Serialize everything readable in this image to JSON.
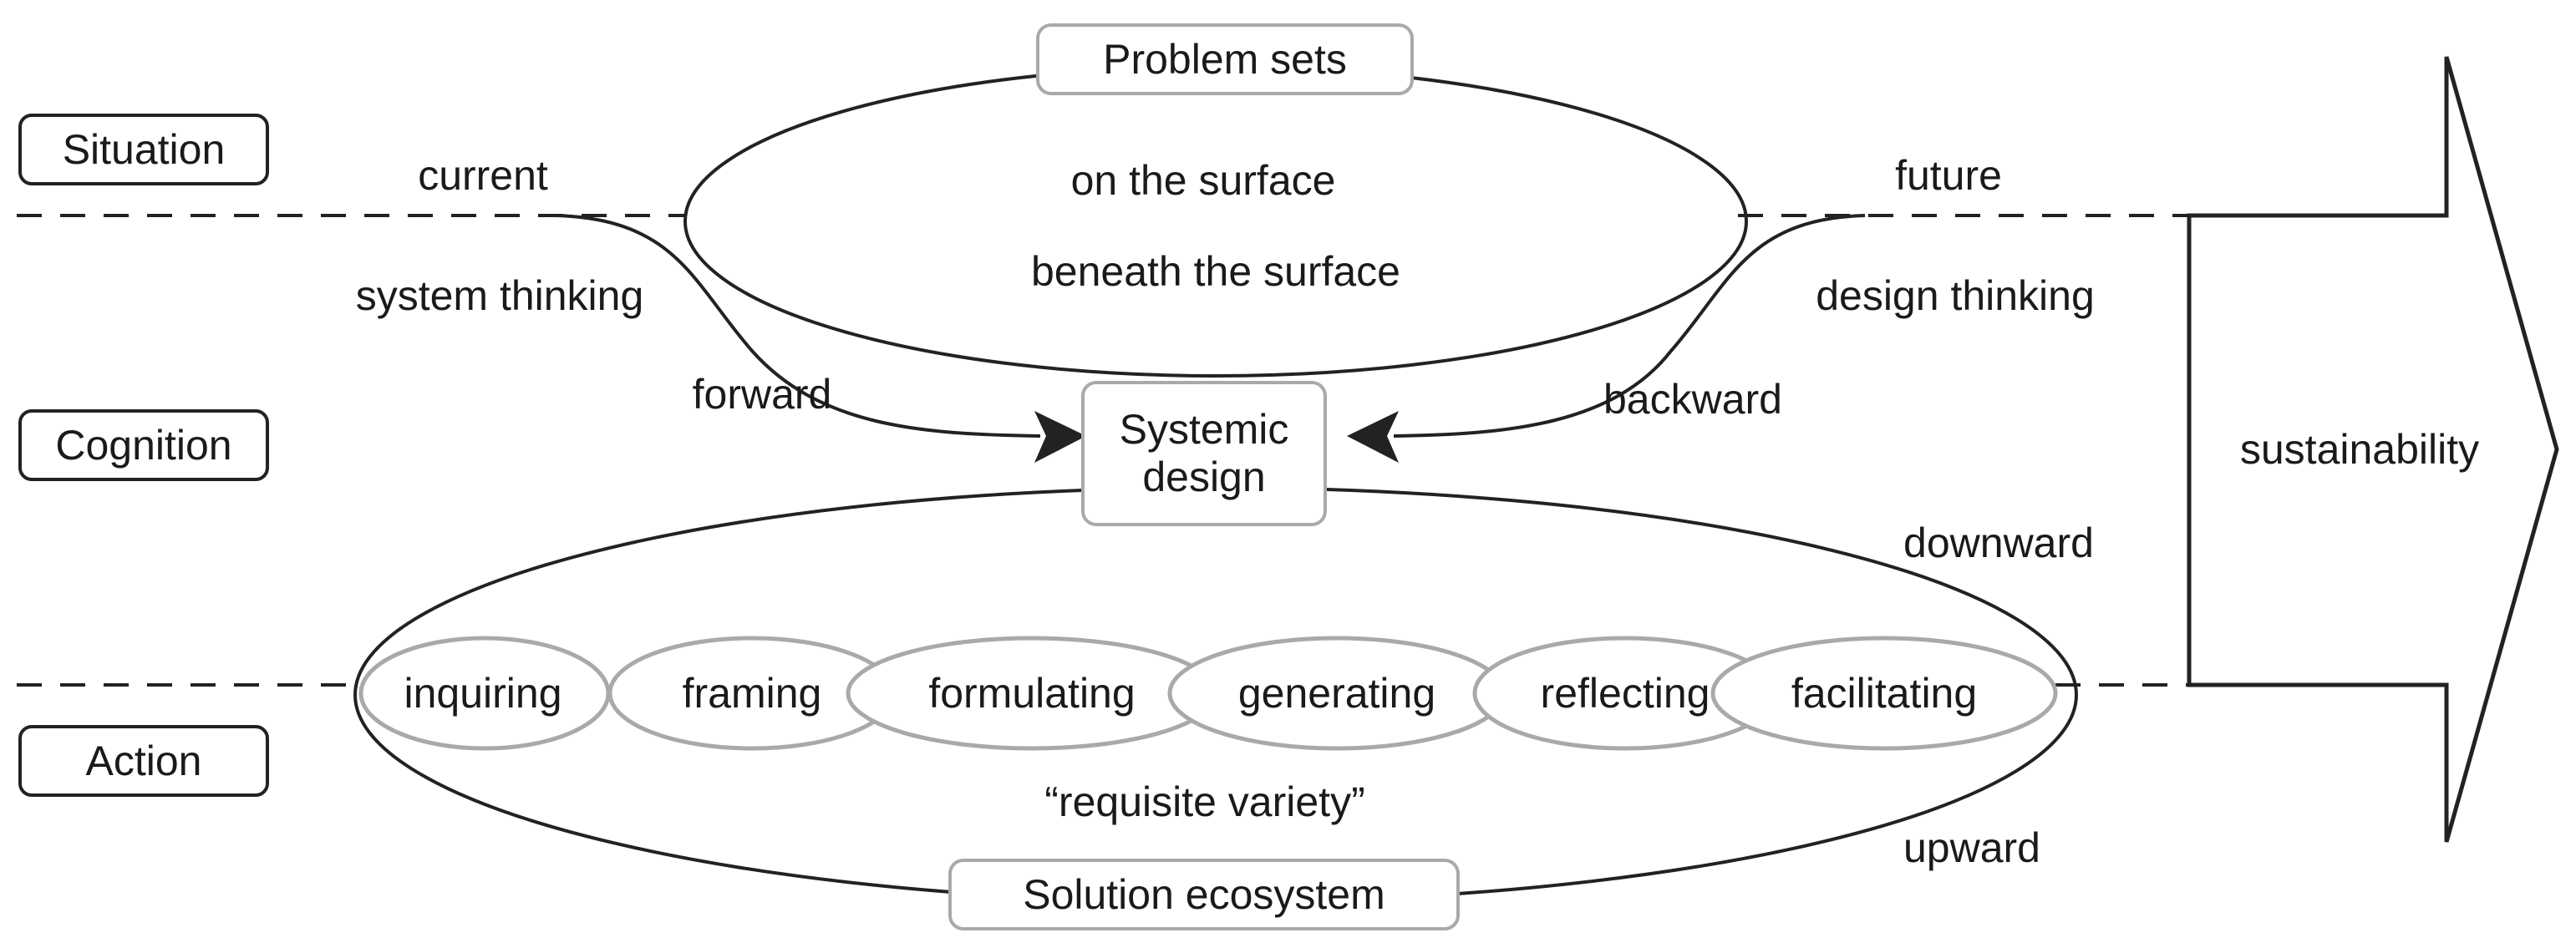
{
  "levels": {
    "situation": "Situation",
    "cognition": "Cognition",
    "action": "Action"
  },
  "top_ellipse": {
    "title": "Problem sets",
    "above": "on the surface",
    "below": "beneath the surface"
  },
  "left_side": {
    "time": "current",
    "thinking": "system thinking",
    "direction": "forward"
  },
  "right_side": {
    "time": "future",
    "thinking": "design thinking",
    "direction": "backward"
  },
  "center": {
    "line1": "Systemic",
    "line2": "design"
  },
  "bottom_ellipse": {
    "title": "Solution ecosystem",
    "caption": "“requisite variety”",
    "activities": [
      "inquiring",
      "framing",
      "formulating",
      "generating",
      "reflecting",
      "facilitating"
    ]
  },
  "vertical": {
    "down": "downward",
    "up": "upward"
  },
  "outcome": "sustainability",
  "colors": {
    "line": "#222222",
    "activity_outline": "#a9a9a9"
  }
}
